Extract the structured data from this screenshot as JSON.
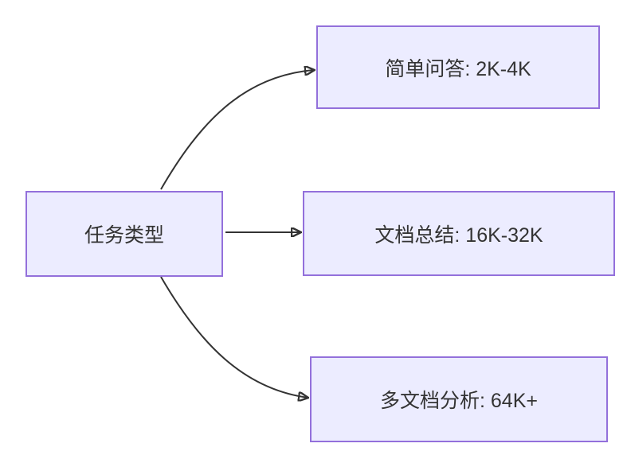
{
  "diagram": {
    "type": "flowchart-left-to-right",
    "colors": {
      "background": "#ffffff",
      "node_fill": "#ECECFF",
      "node_border": "#9370DB",
      "edge_stroke": "#333333",
      "text": "#333333"
    },
    "nodes": {
      "root": {
        "label": "任务类型"
      },
      "simple_qa": {
        "label": "简单问答: 2K-4K"
      },
      "doc_summary": {
        "label": "文档总结: 16K-32K"
      },
      "multi_doc": {
        "label": "多文档分析: 64K+"
      }
    },
    "edges": [
      {
        "from": "root",
        "to": "simple_qa"
      },
      {
        "from": "root",
        "to": "doc_summary"
      },
      {
        "from": "root",
        "to": "multi_doc"
      }
    ]
  }
}
